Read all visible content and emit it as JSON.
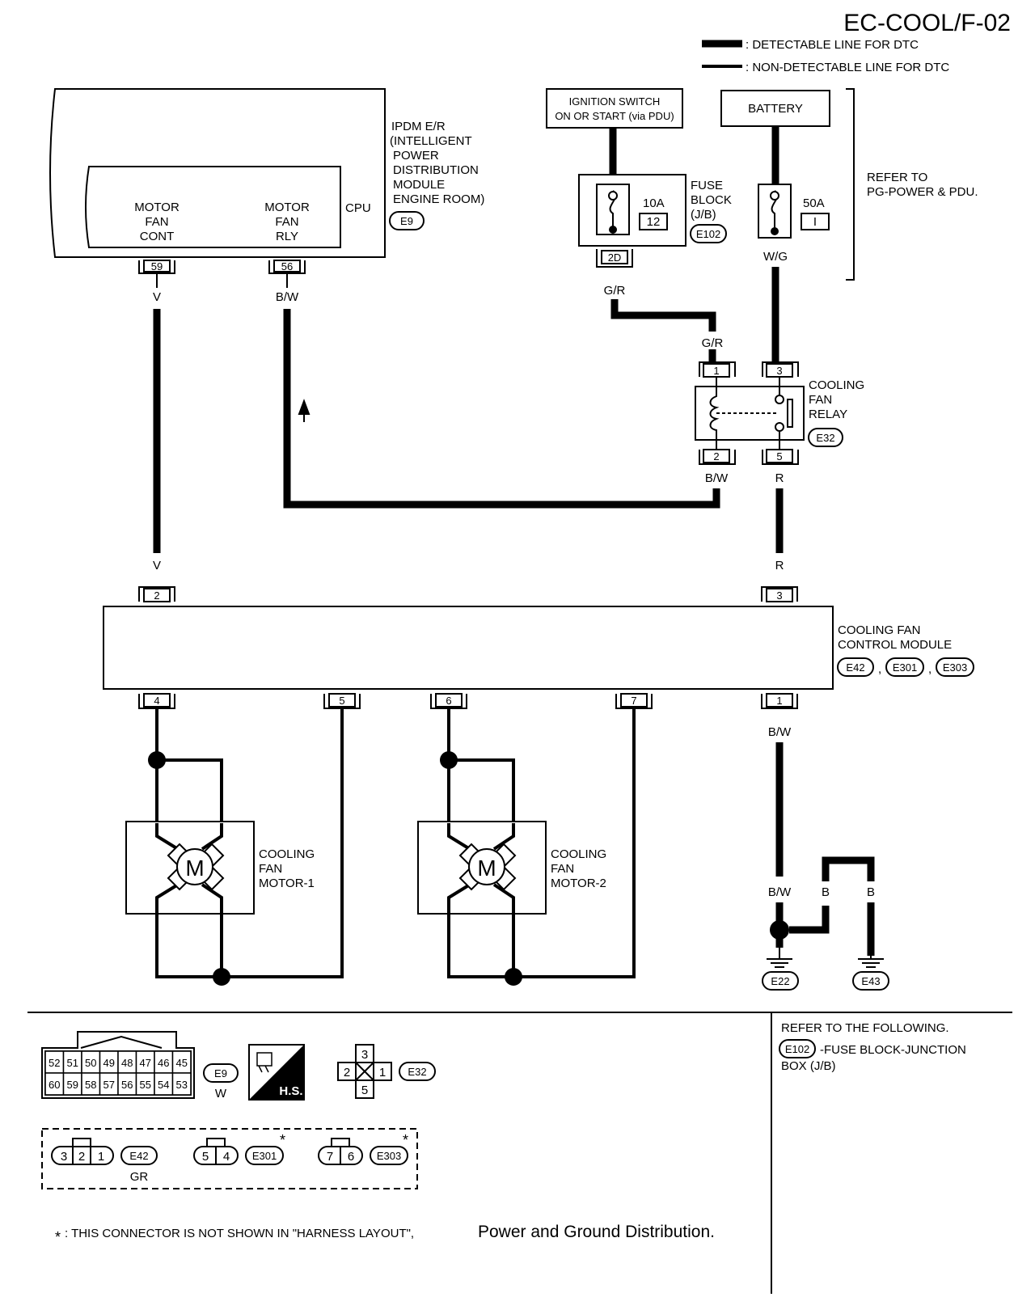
{
  "title": "EC-COOL/F-02",
  "legend": {
    "detectable": ": DETECTABLE LINE FOR DTC",
    "non_detectable": ": NON-DETECTABLE LINE FOR DTC"
  },
  "ipdm": {
    "name_lines": [
      "IPDM E/R",
      "(INTELLIGENT",
      "POWER",
      "DISTRIBUTION",
      "MODULE",
      "ENGINE ROOM)"
    ],
    "connector": "E9",
    "cpu": "CPU",
    "motor_fan_cont": [
      "MOTOR",
      "FAN",
      "CONT"
    ],
    "motor_fan_rly": [
      "MOTOR",
      "FAN",
      "RLY"
    ],
    "pin_cont": "59",
    "pin_rly": "56"
  },
  "ignition": [
    "IGNITION SWITCH",
    "ON OR START (via PDU)"
  ],
  "battery": "BATTERY",
  "fuse_block": {
    "name_lines": [
      "FUSE",
      "BLOCK",
      "(J/B)"
    ],
    "connector": "E102",
    "fuse_amp": "10A",
    "fuse_no": "12",
    "pin": "2D"
  },
  "main_fuse": {
    "amp": "50A",
    "no": "I"
  },
  "refer_power": [
    "REFER TO",
    "PG-POWER & PDU."
  ],
  "relay": {
    "name_lines": [
      "COOLING",
      "FAN",
      "RELAY"
    ],
    "connector": "E32",
    "pins": [
      "1",
      "3",
      "2",
      "5"
    ]
  },
  "module": {
    "name_lines": [
      "COOLING FAN",
      "CONTROL MODULE"
    ],
    "connectors": [
      "E42",
      "E301",
      "E303"
    ],
    "pins_top": [
      "2",
      "3"
    ],
    "pins_bottom": [
      "4",
      "5",
      "6",
      "7",
      "1"
    ]
  },
  "motor1": {
    "name_lines": [
      "COOLING",
      "FAN",
      "MOTOR-1"
    ],
    "symbol": "M"
  },
  "motor2": {
    "name_lines": [
      "COOLING",
      "FAN",
      "MOTOR-2"
    ],
    "symbol": "M"
  },
  "wires": {
    "v": "V",
    "bw": "B/W",
    "gr": "G/R",
    "wg": "W/G",
    "r": "R",
    "b": "B"
  },
  "grounds": [
    "E22",
    "E43"
  ],
  "connectors_views": {
    "e9_row1": [
      "52",
      "51",
      "50",
      "49",
      "48",
      "47",
      "46",
      "45"
    ],
    "e9_row2": [
      "60",
      "59",
      "58",
      "57",
      "56",
      "55",
      "54",
      "53"
    ],
    "e9": "E9",
    "e9_color": "W",
    "hs": "H.S.",
    "e32_pins": [
      "3",
      "2",
      "1",
      "5"
    ],
    "e32": "E32",
    "e42_pins": [
      "3",
      "2",
      "1"
    ],
    "e42": "E42",
    "e42_color": "GR",
    "e301_pins": [
      "5",
      "4"
    ],
    "e301": "E301",
    "e303_pins": [
      "7",
      "6"
    ],
    "e303": "E303",
    "star": "*"
  },
  "refer_following": {
    "heading": "REFER TO THE FOLLOWING.",
    "connector": "E102",
    "desc": "-FUSE BLOCK-JUNCTION",
    "desc2": "BOX (J/B)"
  },
  "footnote": {
    "star": "*",
    "text": ": THIS CONNECTOR IS NOT SHOWN IN \"HARNESS LAYOUT\", ",
    "big": "Power and Ground Distribution."
  }
}
